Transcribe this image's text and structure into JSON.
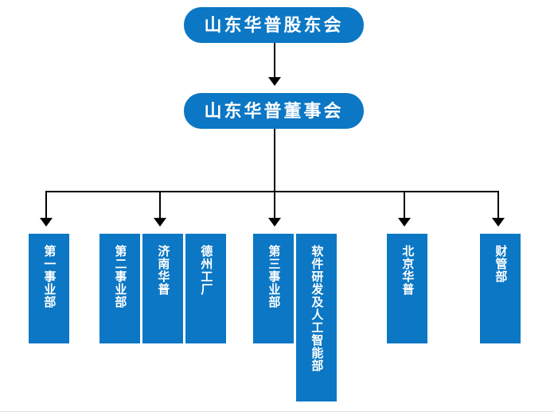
{
  "chart_data": {
    "type": "diagram",
    "title": "",
    "diagram_kind": "organization-chart",
    "orientation": "top-down",
    "accent_color": "#0c77c4",
    "connector_color": "#000000",
    "text_color": "#ffffff",
    "background_color": "#ffffff",
    "levels": [
      {
        "level": 1,
        "shape": "rounded-rect",
        "nodes": [
          {
            "id": "shareholders",
            "label": "山东华普股东会"
          }
        ]
      },
      {
        "level": 2,
        "shape": "rounded-rect",
        "nodes": [
          {
            "id": "board",
            "label": "山东华普董事会"
          }
        ]
      },
      {
        "level": 3,
        "shape": "rect-vertical-text",
        "nodes": [
          {
            "id": "div1",
            "label": "第一事业部",
            "group": 1,
            "chars": 5
          },
          {
            "id": "div2",
            "label": "第二事业部",
            "group": 2,
            "chars": 5
          },
          {
            "id": "jinan",
            "label": "济南华普",
            "group": 2,
            "chars": 4
          },
          {
            "id": "dezhou",
            "label": "德州工厂",
            "group": 2,
            "chars": 4
          },
          {
            "id": "div3",
            "label": "第三事业部",
            "group": 3,
            "chars": 5
          },
          {
            "id": "software-ai",
            "label": "软件研发及人工智能部",
            "group": 3,
            "chars": 10
          },
          {
            "id": "beijing",
            "label": "北京华普",
            "group": 4,
            "chars": 4
          },
          {
            "id": "finance",
            "label": "财管部",
            "group": 5,
            "chars": 3
          }
        ]
      }
    ],
    "edges": [
      {
        "from": "shareholders",
        "to": "board",
        "style": "arrow"
      },
      {
        "from": "board",
        "to": "div1",
        "style": "arrow"
      },
      {
        "from": "board",
        "to": "div2",
        "style": "arrow"
      },
      {
        "from": "board",
        "to": "div3",
        "style": "arrow"
      },
      {
        "from": "board",
        "to": "beijing",
        "style": "arrow"
      },
      {
        "from": "board",
        "to": "finance",
        "style": "arrow"
      }
    ]
  },
  "nodes": {
    "shareholders": {
      "label": "山东华普股东会"
    },
    "board": {
      "label": "山东华普董事会"
    },
    "div1": {
      "label": "第一事业部"
    },
    "div2": {
      "label": "第二事业部"
    },
    "jinan": {
      "label": "济南华普"
    },
    "dezhou": {
      "label": "德州工厂"
    },
    "div3": {
      "label": "第三事业部"
    },
    "software_ai": {
      "label": "软件研发及人工智能部"
    },
    "beijing": {
      "label": "北京华普"
    },
    "finance": {
      "label": "财管部"
    }
  }
}
